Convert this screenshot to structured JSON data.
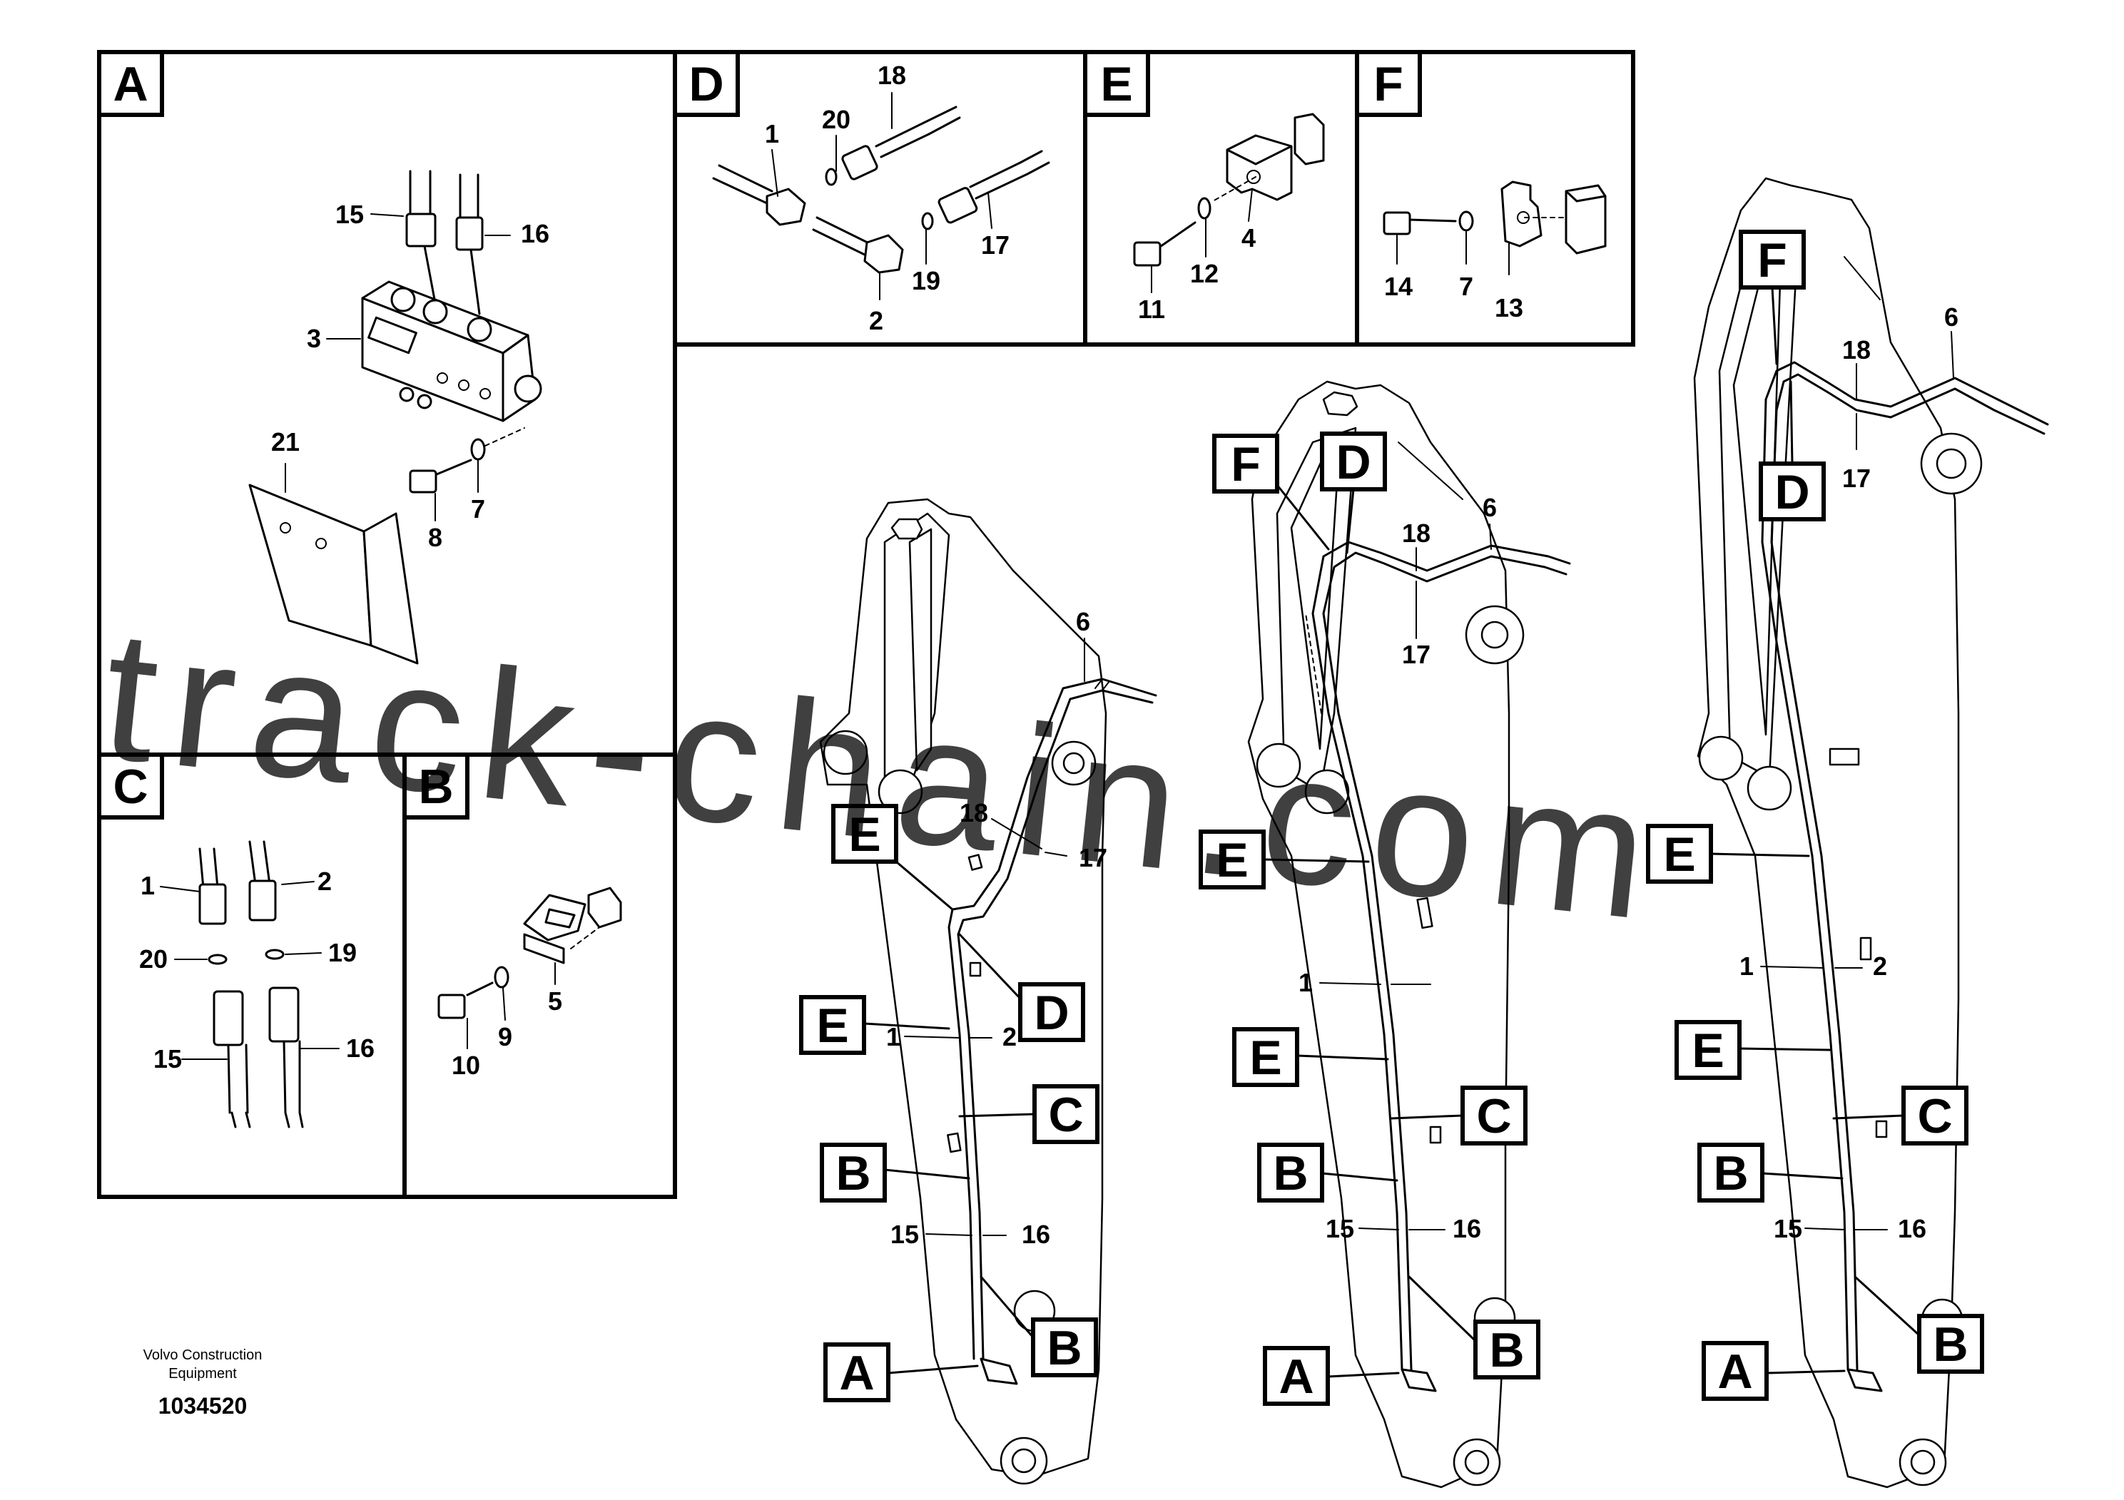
{
  "panels": {
    "a": {
      "letter": "A",
      "callouts": {
        "p15": "15",
        "p16": "16",
        "p3": "3",
        "p21": "21",
        "p8": "8",
        "p7": "7"
      }
    },
    "b": {
      "letter": "B",
      "callouts": {
        "p10": "10",
        "p9": "9",
        "p5": "5"
      }
    },
    "c": {
      "letter": "C",
      "callouts": {
        "p1": "1",
        "p2": "2",
        "p20": "20",
        "p19": "19",
        "p15": "15",
        "p16": "16"
      }
    },
    "d": {
      "letter": "D",
      "callouts": {
        "p18": "18",
        "p20": "20",
        "p1": "1",
        "p17": "17",
        "p19": "19",
        "p2": "2"
      }
    },
    "e": {
      "letter": "E",
      "callouts": {
        "p11": "11",
        "p12": "12",
        "p4": "4"
      }
    },
    "f": {
      "letter": "F",
      "callouts": {
        "p14": "14",
        "p7": "7",
        "p13": "13"
      }
    }
  },
  "booms": [
    {
      "tags": {
        "e1": "E",
        "e2": "E",
        "d": "D",
        "c": "C",
        "b1": "B",
        "b2": "B",
        "a": "A"
      },
      "callouts": {
        "p6": "6",
        "p18": "18",
        "p17": "17",
        "p1": "1",
        "p2": "2",
        "p15": "15",
        "p16": "16"
      }
    },
    {
      "tags": {
        "f": "F",
        "d": "D",
        "e1": "E",
        "e2": "E",
        "c": "C",
        "b1": "B",
        "b2": "B",
        "a": "A"
      },
      "callouts": {
        "p6": "6",
        "p18": "18",
        "p17": "17",
        "p1": "1",
        "p15": "15",
        "p16": "16"
      }
    },
    {
      "tags": {
        "f": "F",
        "d": "D",
        "e1": "E",
        "e2": "E",
        "c": "C",
        "b1": "B",
        "b2": "B",
        "a": "A"
      },
      "callouts": {
        "p6": "6",
        "p18": "18",
        "p17": "17",
        "p1": "1",
        "p2": "2",
        "p15": "15",
        "p16": "16"
      }
    }
  ],
  "footer": {
    "brand_line1": "Volvo Construction",
    "brand_line2": "Equipment",
    "doc_number": "1034520"
  },
  "watermark": {
    "text": "track-chain.com",
    "color": "#e79a9a"
  }
}
